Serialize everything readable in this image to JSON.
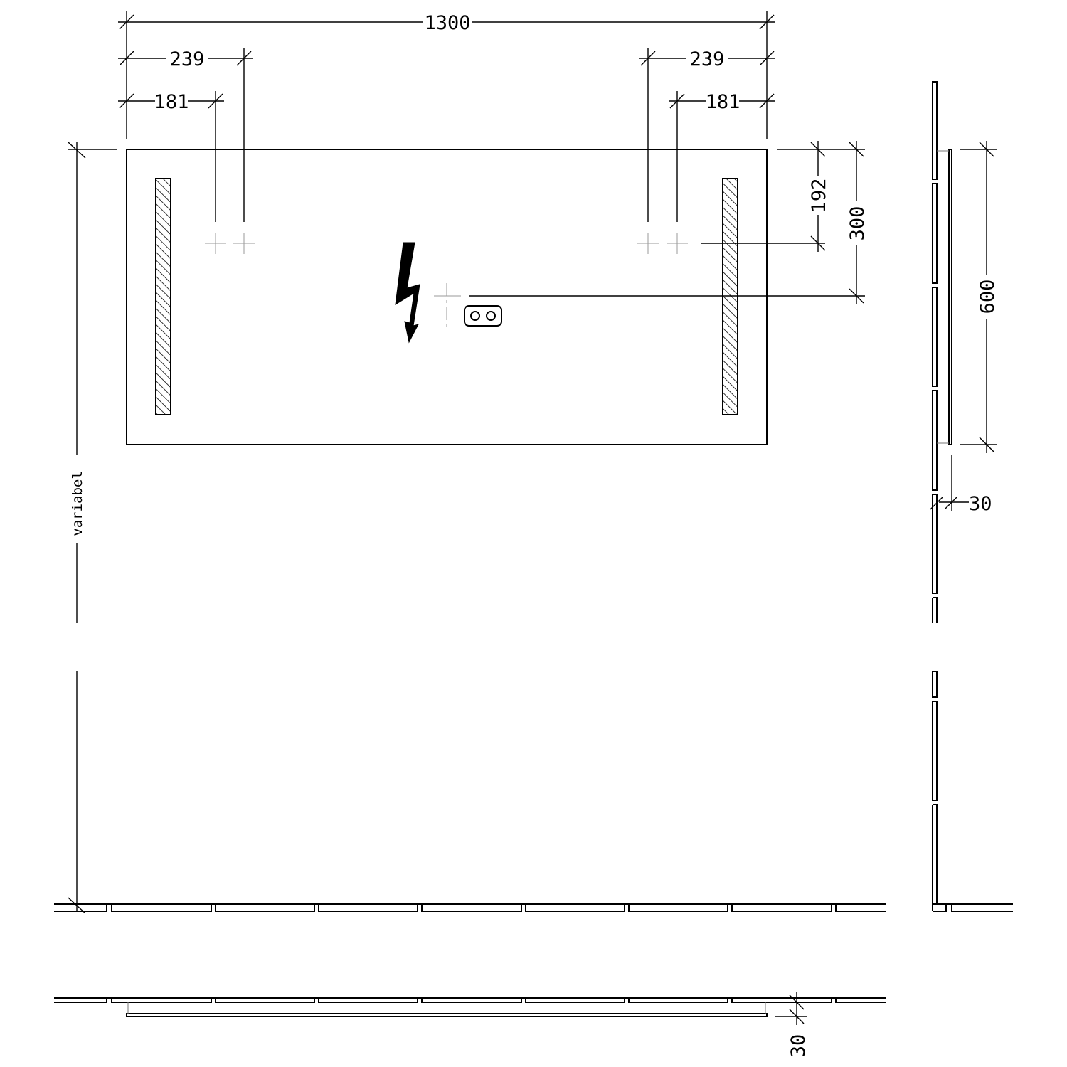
{
  "drawing": {
    "front_view": {
      "overall_width": "1300",
      "left_offset_outer": "239",
      "left_offset_inner": "181",
      "right_offset_outer": "239",
      "right_offset_inner": "181",
      "vertical_outlet": "192",
      "vertical_socket": "300",
      "mounting_height": "variabel"
    },
    "side_view": {
      "height": "600",
      "depth": "30"
    },
    "plan_view": {
      "depth": "30"
    }
  }
}
